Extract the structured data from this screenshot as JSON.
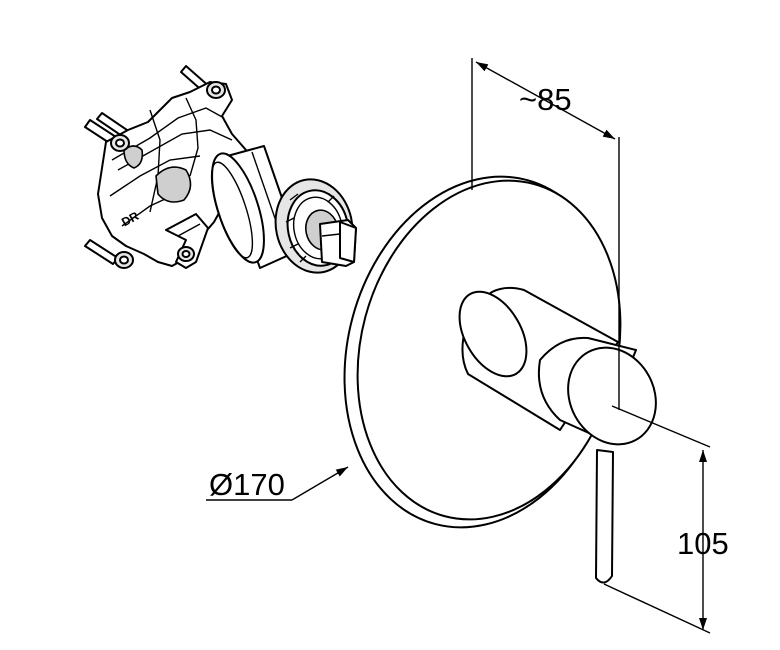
{
  "dimensions": {
    "depth": "~85",
    "diameter": "Ø170",
    "lever_height": "105"
  },
  "valve_body_mark": "DR"
}
